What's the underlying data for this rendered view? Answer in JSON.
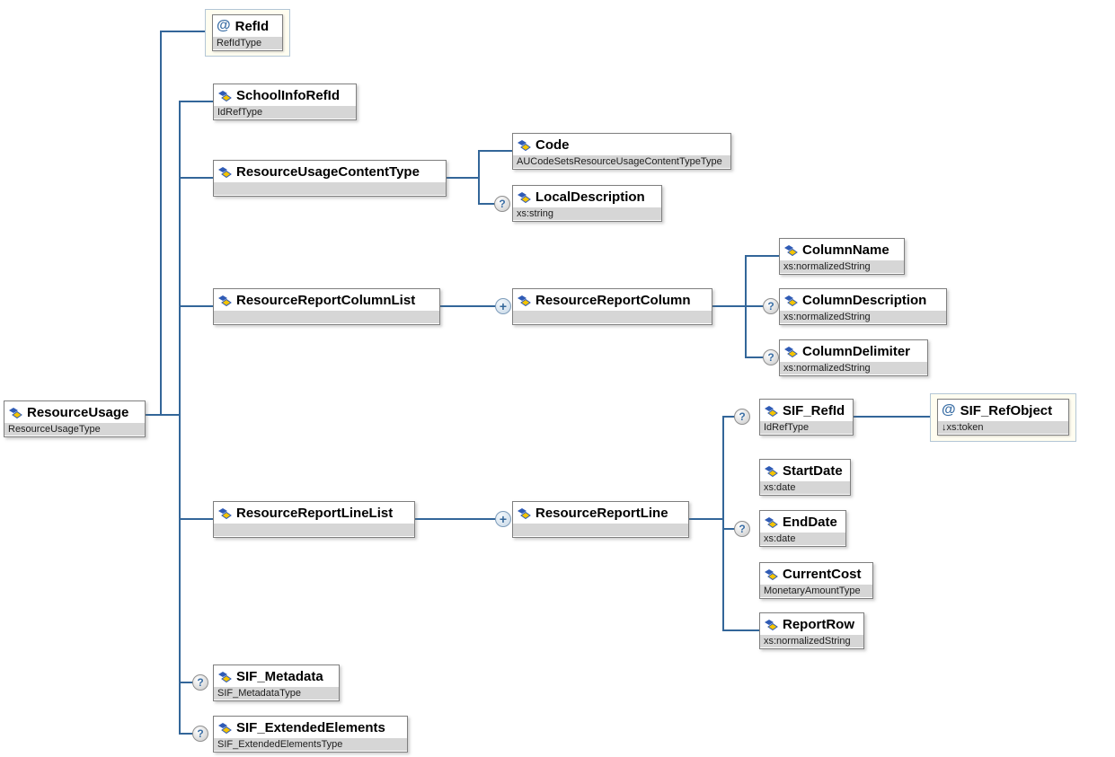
{
  "colors": {
    "connector": "#336699",
    "type_strip": "#d6d6d6",
    "attribute_box_bg": "#fffdf0",
    "attribute_box_border": "#b3c6d6",
    "box_border": "#7f7f7f"
  },
  "icons": {
    "attribute_glyph": "@",
    "optional_glyph": "?",
    "repeat_glyph": "+"
  },
  "nodes": {
    "resource_usage": {
      "name": "ResourceUsage",
      "type": "ResourceUsageType"
    },
    "ref_id": {
      "name": "RefId",
      "type": "RefIdType"
    },
    "school_info_ref_id": {
      "name": "SchoolInfoRefId",
      "type": "IdRefType"
    },
    "resource_usage_content_type": {
      "name": "ResourceUsageContentType",
      "type": ""
    },
    "code": {
      "name": "Code",
      "type": "AUCodeSetsResourceUsageContentTypeType"
    },
    "local_description": {
      "name": "LocalDescription",
      "type": "xs:string"
    },
    "resource_report_column_list": {
      "name": "ResourceReportColumnList",
      "type": ""
    },
    "resource_report_column": {
      "name": "ResourceReportColumn",
      "type": ""
    },
    "column_name": {
      "name": "ColumnName",
      "type": "xs:normalizedString"
    },
    "column_description": {
      "name": "ColumnDescription",
      "type": "xs:normalizedString"
    },
    "column_delimiter": {
      "name": "ColumnDelimiter",
      "type": "xs:normalizedString"
    },
    "resource_report_line_list": {
      "name": "ResourceReportLineList",
      "type": ""
    },
    "resource_report_line": {
      "name": "ResourceReportLine",
      "type": ""
    },
    "sif_ref_id": {
      "name": "SIF_RefId",
      "type": "IdRefType"
    },
    "sif_ref_object": {
      "name": "SIF_RefObject",
      "type": "↓xs:token"
    },
    "start_date": {
      "name": "StartDate",
      "type": "xs:date"
    },
    "end_date": {
      "name": "EndDate",
      "type": "xs:date"
    },
    "current_cost": {
      "name": "CurrentCost",
      "type": "MonetaryAmountType"
    },
    "report_row": {
      "name": "ReportRow",
      "type": "xs:normalizedString"
    },
    "sif_metadata": {
      "name": "SIF_Metadata",
      "type": "SIF_MetadataType"
    },
    "sif_extended_elements": {
      "name": "SIF_ExtendedElements",
      "type": "SIF_ExtendedElementsType"
    }
  }
}
